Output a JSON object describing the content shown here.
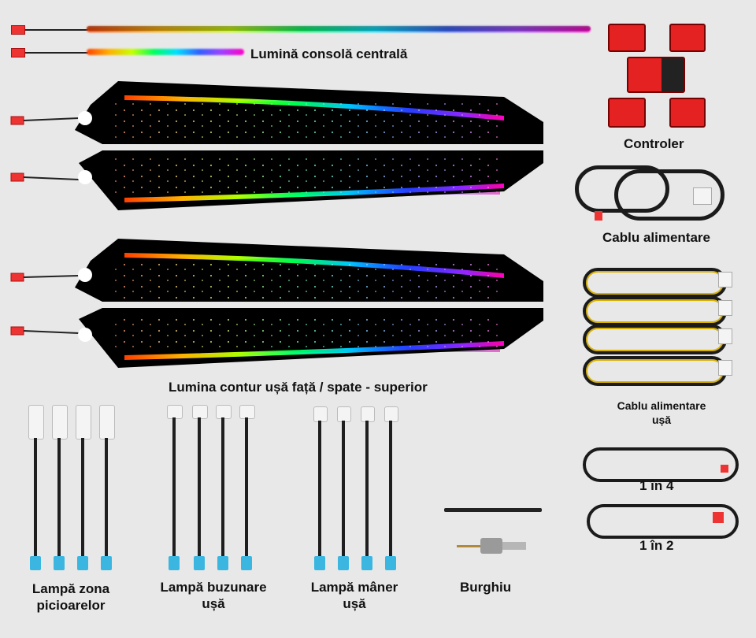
{
  "labels": {
    "console": "Lumină consolă centrală",
    "controller": "Controler",
    "power_cable": "Cablu alimentare",
    "door_contour": "Lumina contur ușă față / spate - superior",
    "door_power_cable_1": "Cablu alimentare",
    "door_power_cable_2": "ușă",
    "one_in_four": "1 în 4",
    "one_in_two": "1 în 2",
    "footwell_1": "Lampă zona",
    "footwell_2": "picioarelor",
    "pocket_1": "Lampă buzunare",
    "pocket_2": "ușă",
    "handle_1": "Lampă mâner",
    "handle_2": "ușă",
    "drill": "Burghiu"
  },
  "colors": {
    "background": "#e8e8e8",
    "panel": "#000000",
    "connector_red": "#e33333",
    "lamp_connector_blue": "#3ab6e0"
  },
  "icons": [
    "led-strip",
    "door-panel",
    "controller-module",
    "wire-harness",
    "lamp-module",
    "drill-bit"
  ]
}
